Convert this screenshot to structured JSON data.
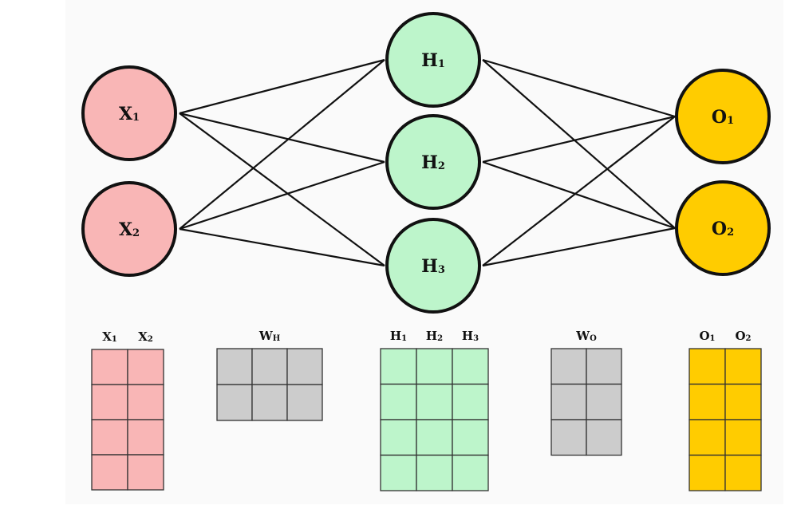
{
  "colors": {
    "input": "#f9b6b6",
    "hidden": "#bdf5cb",
    "output": "#ffcc00",
    "weight": "#cccccc",
    "stroke": "#111111",
    "background": "#fafafa"
  },
  "nodes": {
    "inputs": [
      {
        "main": "X",
        "sub": "1"
      },
      {
        "main": "X",
        "sub": "2"
      }
    ],
    "hidden": [
      {
        "main": "H",
        "sub": "1"
      },
      {
        "main": "H",
        "sub": "2"
      },
      {
        "main": "H",
        "sub": "3"
      }
    ],
    "outputs": [
      {
        "main": "O",
        "sub": "1"
      },
      {
        "main": "O",
        "sub": "2"
      }
    ]
  },
  "matrices": [
    {
      "kind": "input",
      "labels": [
        {
          "main": "X",
          "sub": "1"
        },
        {
          "main": "X",
          "sub": "2"
        }
      ],
      "rows": 4,
      "cols": 2
    },
    {
      "kind": "weight",
      "labels": [
        {
          "main": "W",
          "sub": "H"
        }
      ],
      "rows": 2,
      "cols": 3
    },
    {
      "kind": "hidden",
      "labels": [
        {
          "main": "H",
          "sub": "1"
        },
        {
          "main": "H",
          "sub": "2"
        },
        {
          "main": "H",
          "sub": "3"
        }
      ],
      "rows": 4,
      "cols": 3
    },
    {
      "kind": "weight",
      "labels": [
        {
          "main": "W",
          "sub": "O"
        }
      ],
      "rows": 3,
      "cols": 2
    },
    {
      "kind": "output",
      "labels": [
        {
          "main": "O",
          "sub": "1"
        },
        {
          "main": "O",
          "sub": "2"
        }
      ],
      "rows": 4,
      "cols": 2
    }
  ]
}
